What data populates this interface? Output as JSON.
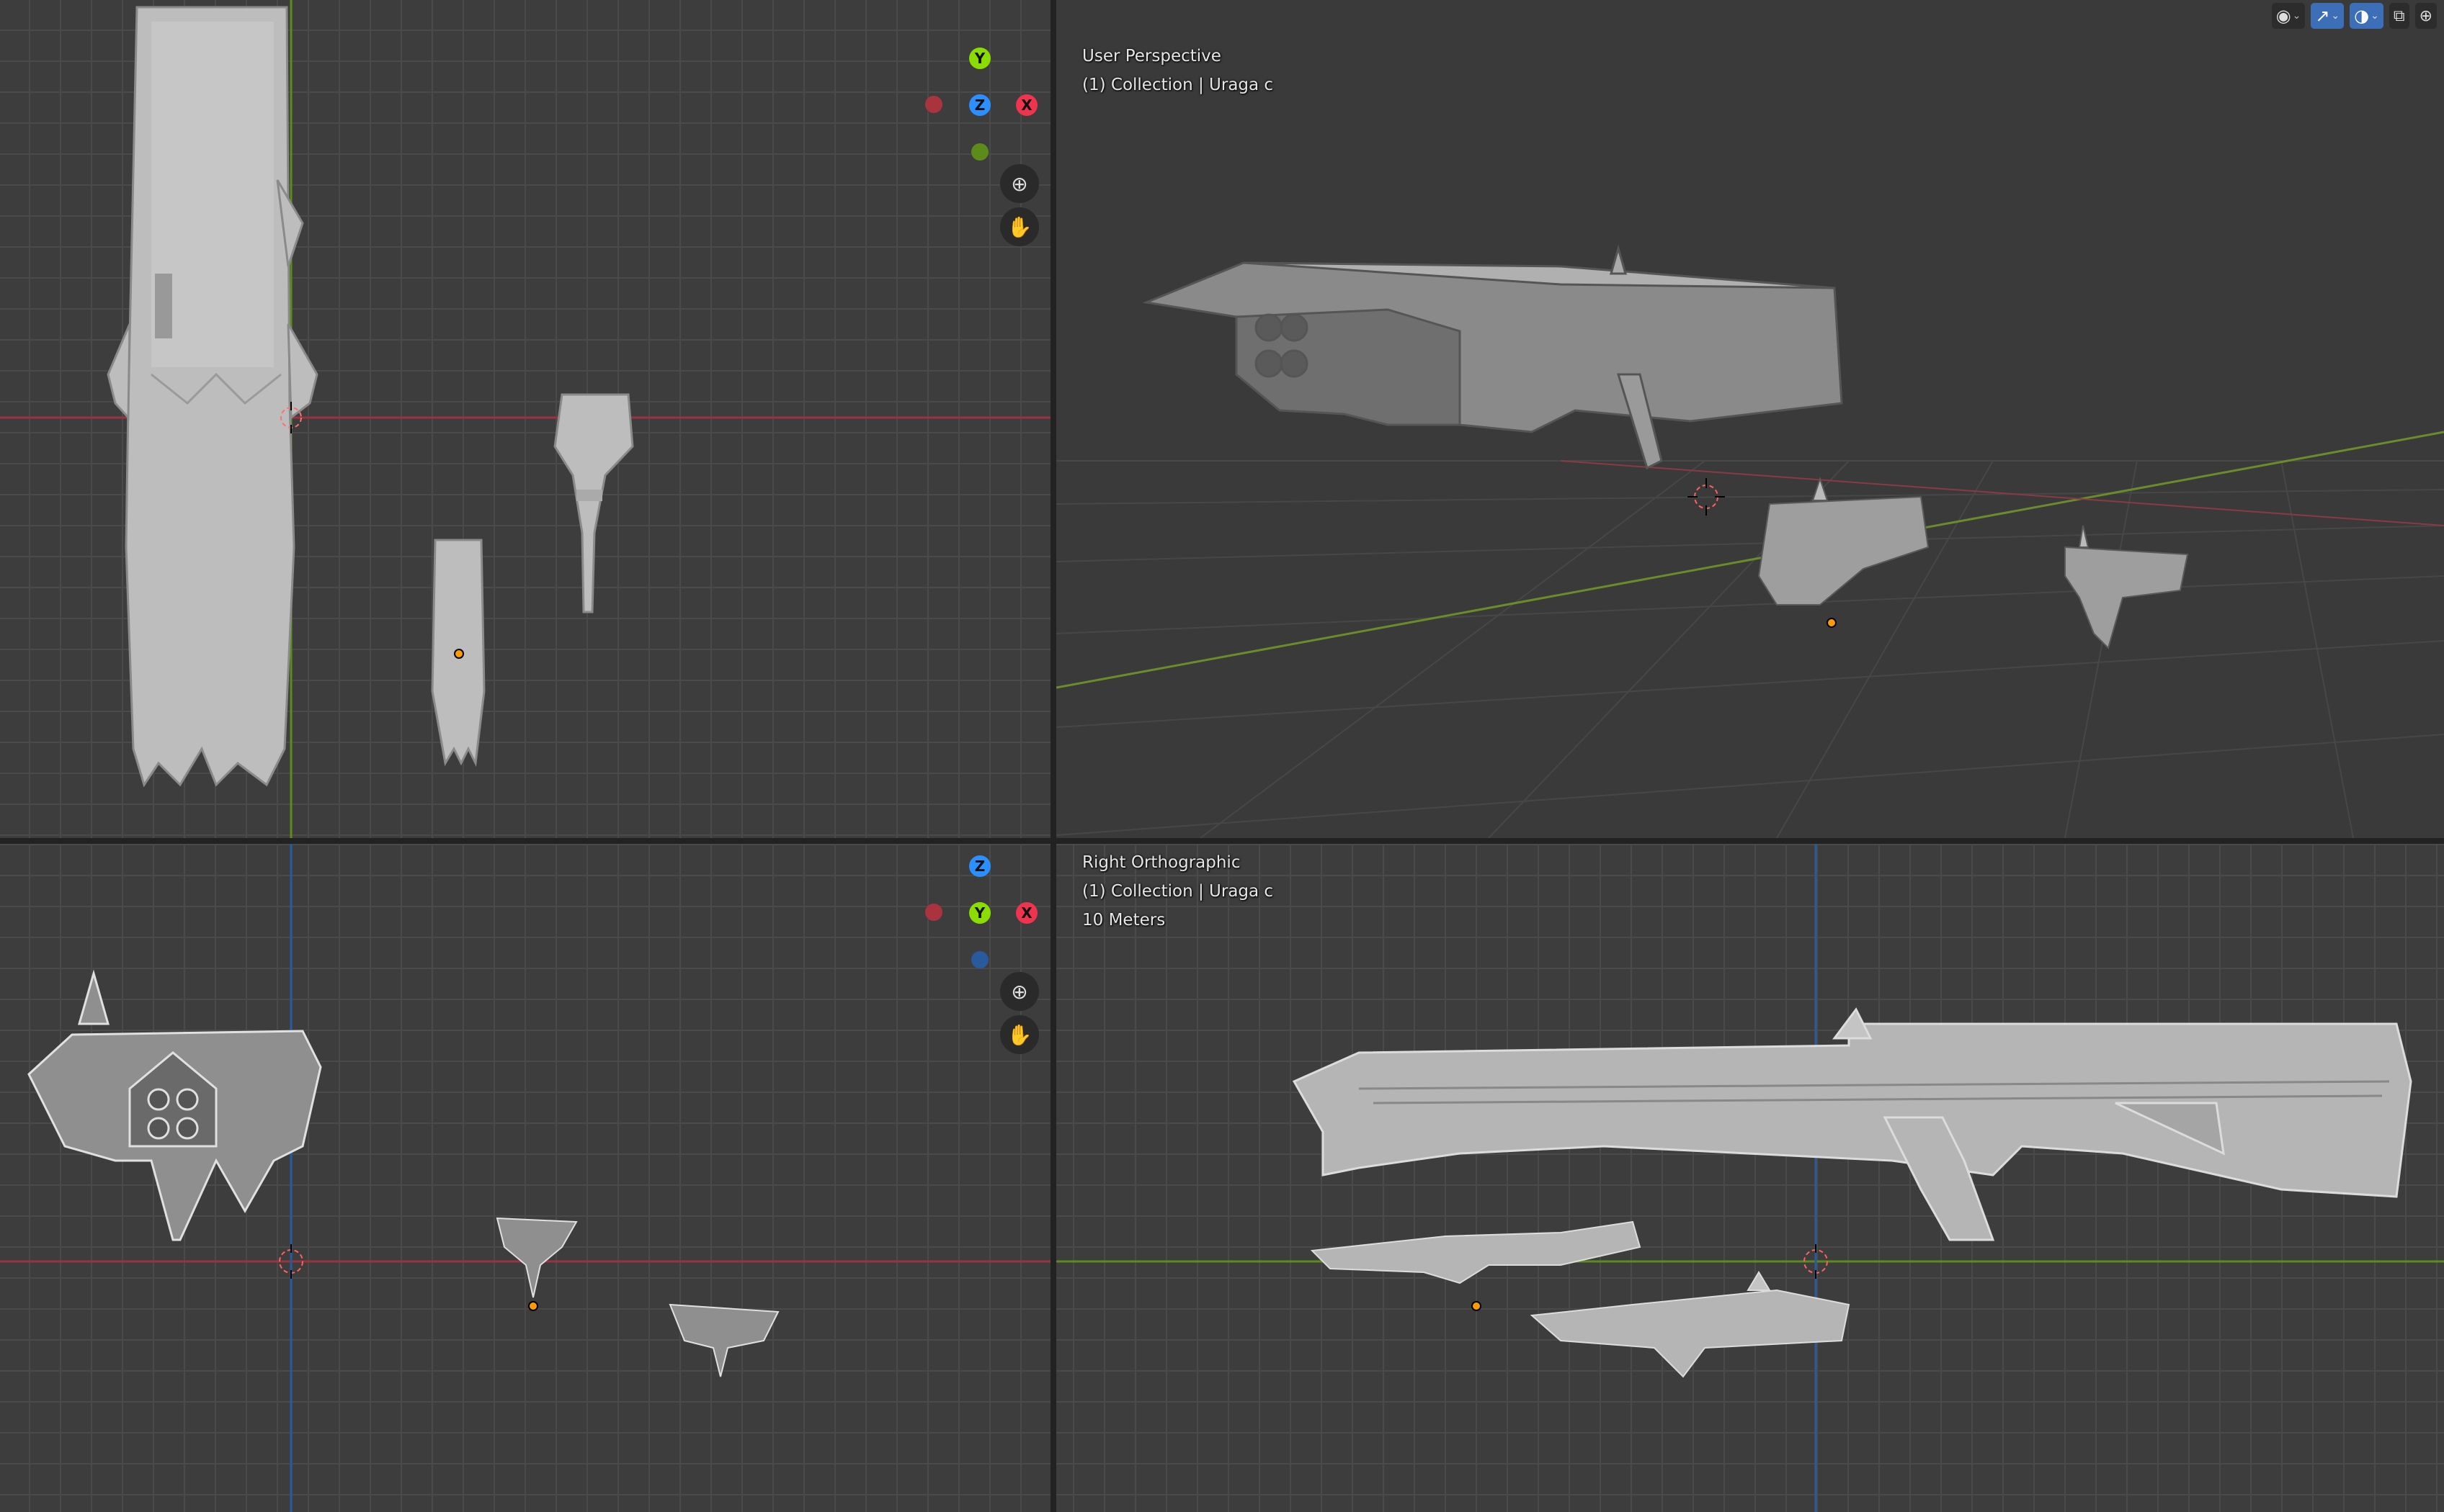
{
  "viewports": {
    "top": {
      "gizmo": {
        "primary": "Y",
        "center": "Z",
        "right": "X"
      }
    },
    "perspective": {
      "view_name": "User Perspective",
      "collection": "(1) Collection | Uraga c"
    },
    "front": {
      "gizmo": {
        "top": "Z",
        "center": "Y",
        "right": "X"
      }
    },
    "right": {
      "view_name": "Right Orthographic",
      "collection": "(1) Collection | Uraga c",
      "scale": "10 Meters"
    }
  },
  "header_icons": [
    "view-visibility-icon",
    "gizmo-icon",
    "overlay-icon",
    "xray-icon",
    "shading-icon"
  ],
  "colors": {
    "x_axis": "#f0334f",
    "y_axis": "#8bdc00",
    "z_axis": "#2c8fff",
    "viewport_bg": "#3d3d3d",
    "grid_line": "#4a4a4a",
    "origin": "#ff9b00"
  }
}
